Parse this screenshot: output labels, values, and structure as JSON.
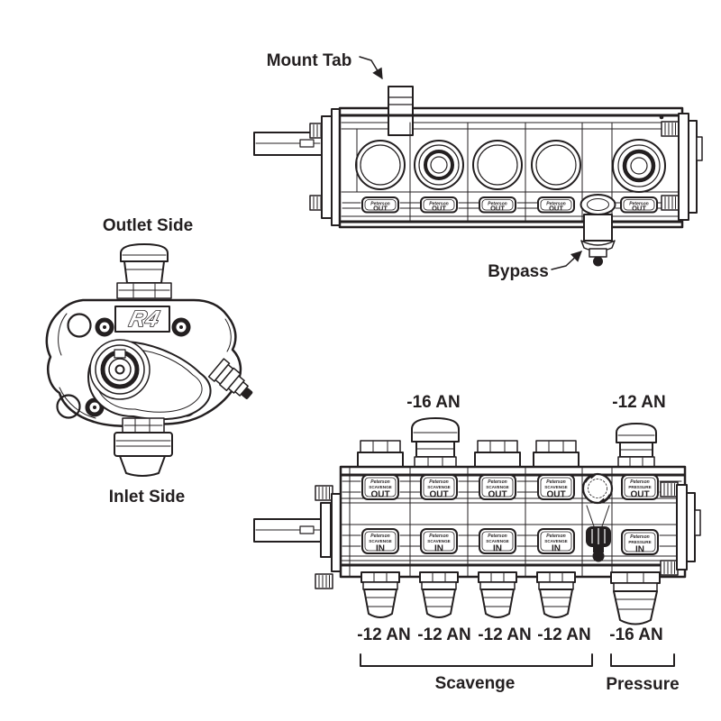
{
  "colors": {
    "background": "#ffffff",
    "line": "#231f20"
  },
  "icons": {
    "leader_arrowhead": "triangle-arrow",
    "dial_rotation_arrows": "curved-arrows"
  },
  "callouts": {
    "mount_tab": "Mount Tab",
    "bypass": "Bypass"
  },
  "left_view": {
    "outlet_label": "Outlet Side",
    "inlet_label": "Inlet Side",
    "logo": "R4"
  },
  "top_view": {
    "plate_brand": "Peterson",
    "plate_out": "OUT"
  },
  "bottom_view": {
    "top_fitting_labels": [
      "-16 AN",
      "-12 AN"
    ],
    "plate_brand": "Peterson",
    "scavenge_word": "SCAVENGE",
    "pressure_word": "PRESSURE",
    "out_word": "OUT",
    "in_word": "IN",
    "bottom_fitting_labels": [
      "-12 AN",
      "-12 AN",
      "-12 AN",
      "-12 AN",
      "-16 AN"
    ],
    "group_scavenge": "Scavenge",
    "group_pressure": "Pressure"
  }
}
